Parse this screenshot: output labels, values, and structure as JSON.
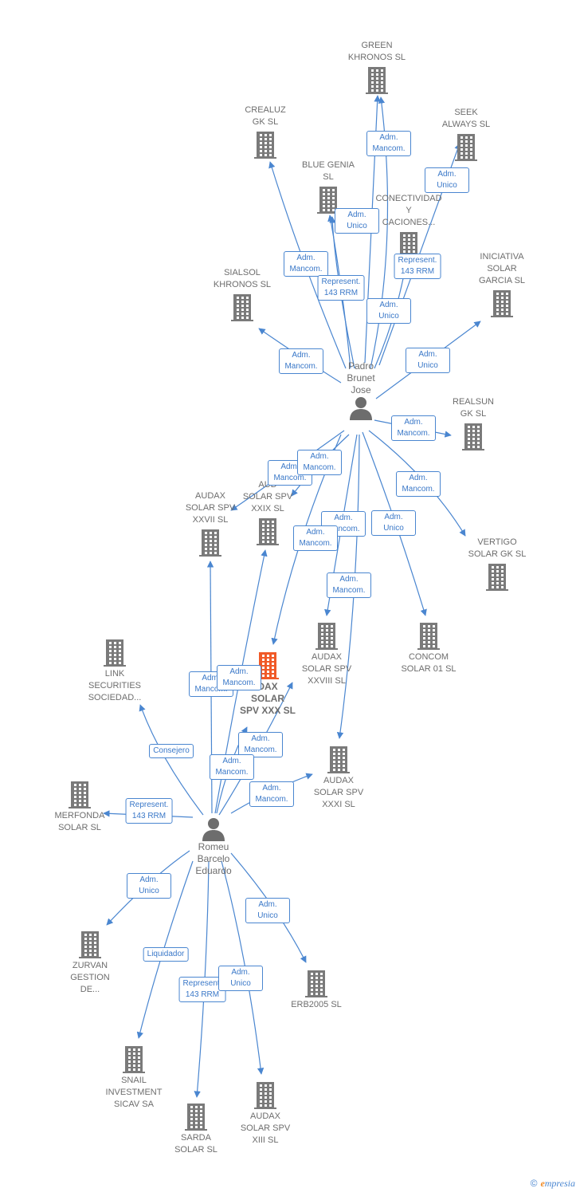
{
  "colors": {
    "edge": "#4a86d0",
    "building": "#7a7a7a",
    "main_building": "#f05a28",
    "text": "#6d6d6d"
  },
  "brand": {
    "copyright": "©",
    "e": "e",
    "rest": "mpresia"
  },
  "persons": [
    {
      "id": "padro",
      "name": "Padro\nBrunet\nJose"
    },
    {
      "id": "romeu",
      "name": "Romeu\nBarcelo\nEduardo"
    }
  ],
  "companies": [
    {
      "id": "green",
      "name": "GREEN\nKHRONOS SL"
    },
    {
      "id": "crealuz",
      "name": "CREALUZ\nGK SL"
    },
    {
      "id": "seek",
      "name": "SEEK\nALWAYS SL"
    },
    {
      "id": "bluegenia",
      "name": "BLUE GENIA\nSL"
    },
    {
      "id": "conect",
      "name": "CONECTIVIDAD\nY\nCACIONES..."
    },
    {
      "id": "sialsol",
      "name": "SIALSOL\nKHRONOS SL"
    },
    {
      "id": "iniciativa",
      "name": "INICIATIVA\nSOLAR\nGARCIA SL"
    },
    {
      "id": "realsun",
      "name": "REALSUN\nGK SL"
    },
    {
      "id": "xxvii",
      "name": "AUDAX\nSOLAR SPV\nXXVII SL"
    },
    {
      "id": "xxix",
      "name": "AUD\nSOLAR SPV\nXXIX SL"
    },
    {
      "id": "vertigo",
      "name": "VERTIGO\nSOLAR GK SL"
    },
    {
      "id": "link",
      "name": "LINK\nSECURITIES\nSOCIEDAD..."
    },
    {
      "id": "xxx",
      "name": "DAX\nSOLAR\nSPV XXX SL"
    },
    {
      "id": "xxviii",
      "name": "AUDAX\nSOLAR SPV\nXXVIII SL"
    },
    {
      "id": "concom",
      "name": "CONCOM\nSOLAR 01 SL"
    },
    {
      "id": "xxxi",
      "name": "AUDAX\nSOLAR SPV\nXXXI SL"
    },
    {
      "id": "merfonda",
      "name": "MERFONDA\nSOLAR SL"
    },
    {
      "id": "zurvan",
      "name": "ZURVAN\nGESTION\nDE..."
    },
    {
      "id": "erb",
      "name": "ERB2005 SL"
    },
    {
      "id": "snail",
      "name": "SNAIL\nINVESTMENT\nSICAV SA"
    },
    {
      "id": "sarda",
      "name": "SARDA\nSOLAR SL"
    },
    {
      "id": "xiii",
      "name": "AUDAX\nSOLAR SPV\nXIII SL"
    }
  ],
  "edges": [
    {
      "from": "padro",
      "to": "green",
      "label": "Adm.\nMancom."
    },
    {
      "from": "padro",
      "to": "crealuz",
      "label": "Adm.\nMancom."
    },
    {
      "from": "padro",
      "to": "seek",
      "label": "Adm.\nUnico"
    },
    {
      "from": "padro",
      "to": "bluegenia",
      "label": "Represent.\n143 RRM"
    },
    {
      "from": "padro",
      "to": "bluegenia",
      "label": "Adm.\nUnico"
    },
    {
      "from": "padro",
      "to": "conect",
      "label": "Represent.\n143 RRM"
    },
    {
      "from": "padro",
      "to": "green",
      "label": "Adm.\nUnico"
    },
    {
      "from": "padro",
      "to": "sialsol",
      "label": "Adm.\nMancom."
    },
    {
      "from": "padro",
      "to": "iniciativa",
      "label": "Adm.\nUnico"
    },
    {
      "from": "padro",
      "to": "realsun",
      "label": "Adm.\nMancom."
    },
    {
      "from": "padro",
      "to": "xxvii",
      "label": "Adm.\nMancom."
    },
    {
      "from": "padro",
      "to": "xxix",
      "label": "Adm.\nMancom."
    },
    {
      "from": "padro",
      "to": "vertigo",
      "label": "Adm.\nMancom."
    },
    {
      "from": "padro",
      "to": "concom",
      "label": "Adm.\nUnico"
    },
    {
      "from": "padro",
      "to": "xxviii",
      "label": "Adm.\nMancom."
    },
    {
      "from": "padro",
      "to": "xxx",
      "label": "Adm.\nMancom."
    },
    {
      "from": "padro",
      "to": "xxxi",
      "label": "Adm.\nMancom."
    },
    {
      "from": "romeu",
      "to": "xxvii",
      "label": "Adm.\nMancom."
    },
    {
      "from": "romeu",
      "to": "xxix",
      "label": "Adm.\nMancom."
    },
    {
      "from": "romeu",
      "to": "link",
      "label": "Consejero"
    },
    {
      "from": "romeu",
      "to": "xxx",
      "label": "Adm.\nMancom."
    },
    {
      "from": "romeu",
      "to": "xxx",
      "label": "Adm.\nMancom."
    },
    {
      "from": "romeu",
      "to": "xxxi",
      "label": "Adm.\nMancom."
    },
    {
      "from": "romeu",
      "to": "merfonda",
      "label": "Represent.\n143 RRM"
    },
    {
      "from": "romeu",
      "to": "zurvan",
      "label": "Adm.\nUnico"
    },
    {
      "from": "romeu",
      "to": "erb",
      "label": "Adm.\nUnico"
    },
    {
      "from": "romeu",
      "to": "snail",
      "label": "Liquidador"
    },
    {
      "from": "romeu",
      "to": "sarda",
      "label": "Represent.\n143 RRM"
    },
    {
      "from": "romeu",
      "to": "xiii",
      "label": "Adm.\nUnico"
    }
  ]
}
